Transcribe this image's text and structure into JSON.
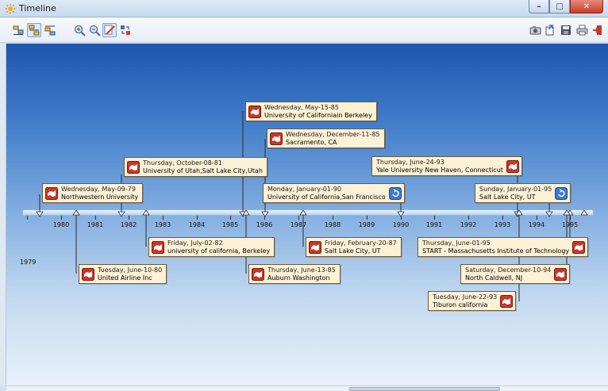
{
  "window": {
    "title": "Timeline"
  },
  "toolbar": {
    "left_icons": [
      "layout-top-icon",
      "layout-both-icon",
      "layout-bottom-icon",
      "zoom-in-icon",
      "zoom-out-icon",
      "edit-icon",
      "refresh-icon"
    ],
    "right_icons": [
      "camera-icon",
      "export-icon",
      "save-icon",
      "print-icon",
      "exit-icon"
    ]
  },
  "axis": {
    "years": [
      "1980",
      "1981",
      "1982",
      "1983",
      "1984",
      "1985",
      "1986",
      "1987",
      "1988",
      "1989",
      "1990",
      "1991",
      "1992",
      "1993",
      "1994",
      "1995"
    ],
    "start_year_label": "1979"
  },
  "events_above": [
    {
      "date": "Wednesday, May-09-79",
      "place": "Northwestern University",
      "icon": "red-map-icon"
    },
    {
      "date": "Thursday, October-08-81",
      "place": "University of Utah,Salt Lake City,Utah",
      "icon": "red-map-icon"
    },
    {
      "date": "Wednesday, May-15-85",
      "place": "University of Californiain Berkeley",
      "icon": "red-map-icon"
    },
    {
      "date": "Wednesday, December-11-85",
      "place": "Sacramento, CA",
      "icon": "red-map-icon"
    },
    {
      "date": "Monday, January-01-90",
      "place": "University of California,San Francisco",
      "icon": "blue-refresh-icon"
    },
    {
      "date": "Thursday, June-24-93",
      "place": "Yale University  New Haven, Connecticut",
      "icon": "red-map-icon"
    },
    {
      "date": "Sunday, January-01-95",
      "place": "Salt Lake City, UT",
      "icon": "blue-refresh-icon"
    }
  ],
  "events_below": [
    {
      "date": "Tuesday, June-10-80",
      "place": "United Airline Inc",
      "icon": "red-map-icon"
    },
    {
      "date": "Friday, July-02-82",
      "place": "university of california, Berkeley",
      "icon": "red-map-icon"
    },
    {
      "date": "Thursday, June-13-85",
      "place": "Auburn Washington",
      "icon": "red-map-icon"
    },
    {
      "date": "Friday, February-20-87",
      "place": "Salt Lake City, UT",
      "icon": "red-map-icon"
    },
    {
      "date": "Thursday, June-01-95",
      "place": "START - Massachusetts Institute of Technology",
      "icon": "red-map-icon"
    },
    {
      "date": "Saturday, December-10-94",
      "place": "North Caldwell, NJ",
      "icon": "red-map-icon"
    },
    {
      "date": "Tuesday, June-22-93",
      "place": "Tiburon california",
      "icon": "red-map-icon"
    }
  ]
}
